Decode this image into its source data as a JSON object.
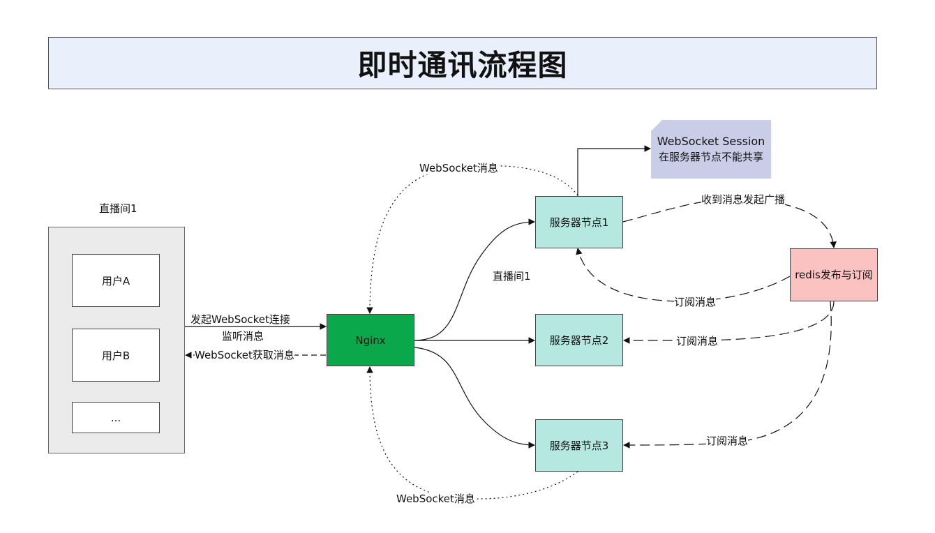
{
  "title": "即时通讯流程图",
  "room": {
    "label": "直播间1",
    "users": [
      "用户A",
      "用户B",
      "..."
    ]
  },
  "nodes": {
    "nginx": "Nginx",
    "server1": "服务器节点1",
    "server2": "服务器节点2",
    "server3": "服务器节点3",
    "redis": "redis发布与订阅"
  },
  "note": {
    "line1": "WebSocket Session",
    "line2": "在服务器节点不能共享"
  },
  "edge_labels": {
    "connect": "发起WebSocket连接",
    "listen": "监听消息",
    "get_msg": "WebSocket获取消息",
    "ws_msg_top": "WebSocket消息",
    "ws_msg_bottom": "WebSocket消息",
    "room_route": "直播间1",
    "broadcast": "收到消息发起广播",
    "sub1": "订阅消息",
    "sub2": "订阅消息",
    "sub3": "订阅消息"
  }
}
